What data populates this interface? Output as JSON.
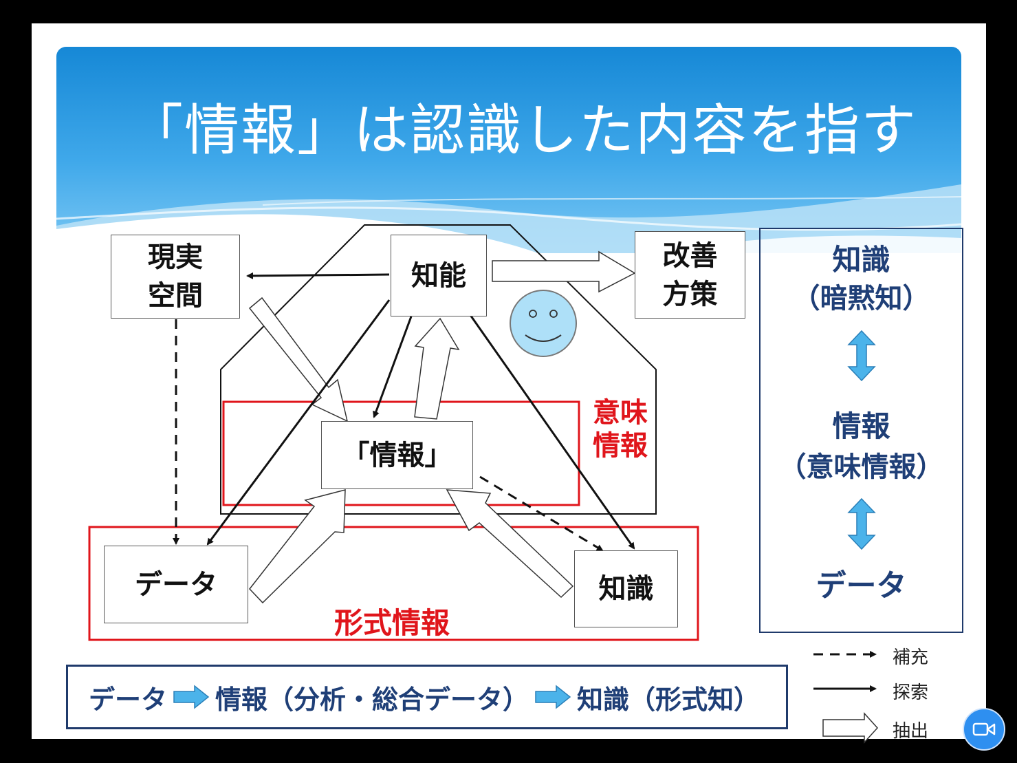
{
  "slide": {
    "title": "「情報」は認識した内容を指す"
  },
  "nodes": {
    "reality": [
      "現実",
      "空間"
    ],
    "intelligence": "知能",
    "improvement": [
      "改善",
      "方策"
    ],
    "info": "「情報」",
    "data": "データ",
    "knowledge": "知識"
  },
  "labels": {
    "semantic_info": [
      "意味",
      "情報"
    ],
    "formal_info": "形式情報"
  },
  "right_panel": {
    "tacit_top": "知識",
    "tacit_sub": "（暗黙知）",
    "meaning_top": "情報",
    "meaning_sub": "（意味情報）",
    "data": "データ"
  },
  "summary": {
    "part1": "データ",
    "part2": "情報（分析・総合データ）",
    "part3": "知識（形式知）"
  },
  "key": {
    "supplement": "補充",
    "search": "探索",
    "extract": "抽出"
  },
  "colors": {
    "banner_blue": "#1f92d8",
    "red": "#e0151b",
    "navy": "#1f3f77",
    "cyan_arrow": "#4bb3ea"
  },
  "icons": {
    "face": "smiley-face-icon",
    "camera": "video-camera-icon"
  }
}
